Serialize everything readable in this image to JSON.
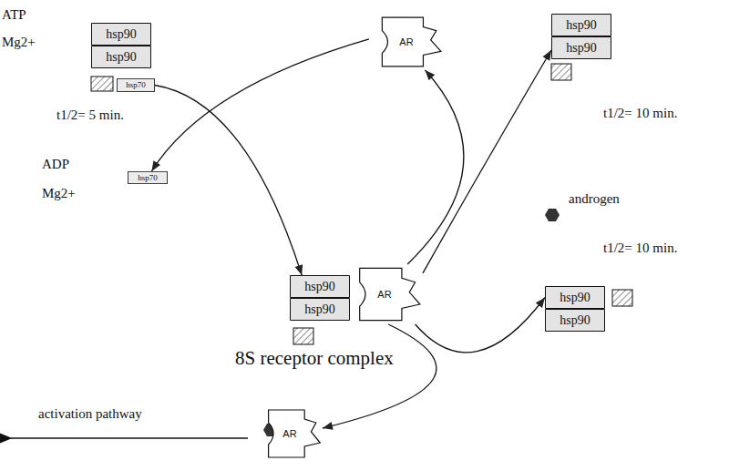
{
  "diagram": {
    "nodes": [
      {
        "text": [
          "hsp90"
        ]
      },
      {
        "text": [
          "hsp90"
        ]
      },
      {
        "text": [
          "hsp70"
        ]
      },
      {
        "text": [
          "AR"
        ]
      },
      {
        "text": [
          "hsp90"
        ]
      },
      {
        "text": [
          "hsp90"
        ]
      },
      {
        "text": [
          "hsp70"
        ]
      },
      {
        "text": [
          "hsp90"
        ]
      },
      {
        "text": [
          "hsp90"
        ]
      },
      {
        "text": [
          "AR"
        ]
      },
      {
        "text": [
          "hsp90"
        ]
      },
      {
        "text": [
          "hsp90"
        ]
      },
      {
        "text": [
          "AR"
        ]
      }
    ],
    "edges": [
      {
        "from": 2,
        "to": 7,
        "arrow": "to"
      },
      {
        "from": 3,
        "to": 6,
        "arrow": "to"
      },
      {
        "from": 9,
        "to": 3,
        "arrow": "to"
      },
      {
        "from": 9,
        "to": 5,
        "arrow": "to"
      },
      {
        "from": 9,
        "to": 12,
        "arrow": "to"
      },
      {
        "from": 9,
        "to": 10,
        "arrow": "to"
      }
    ],
    "labels": [
      "ATP",
      "Mg2+",
      "t1/2= 5 min.",
      "ADP",
      "Mg2+",
      "t1/2= 10 min.",
      "8S receptor complex",
      "androgen",
      "t1/2= 10 min.",
      "activation pathway"
    ]
  }
}
